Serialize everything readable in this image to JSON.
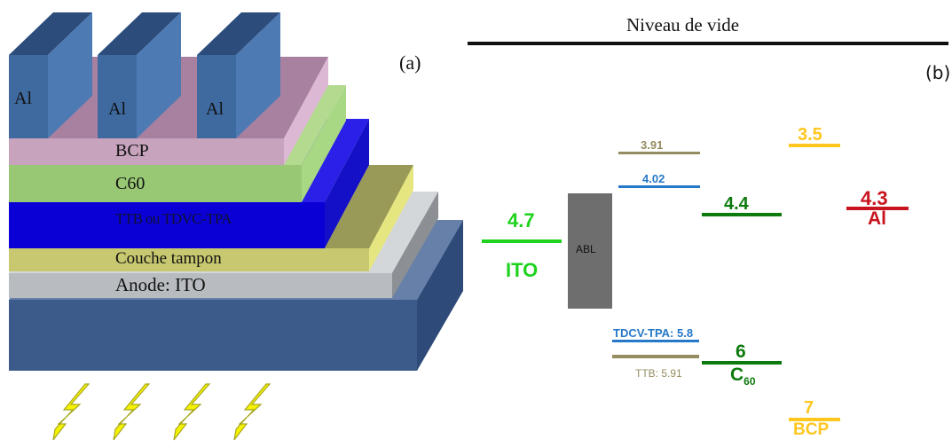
{
  "panel_a": {
    "label": "(a)",
    "layers": {
      "al_left": "Al",
      "al_mid": "Al",
      "al_right": "Al",
      "bcp": "BCP",
      "c60": "C60",
      "donor": "TTB ou TDVC-TPA",
      "buffer": "Couche tampon",
      "anode": "Anode: ITO"
    },
    "colors": {
      "substrate": "#3c5a8a",
      "anode": "#b8bcc0",
      "buffer": "#c8c870",
      "donor": "#0a00d6",
      "c60": "#99c874",
      "bcp": "#c7a3bd",
      "al": "#3e6aa0",
      "bolt": "#f5f200"
    },
    "light_icons": [
      "lightning-icon",
      "lightning-icon",
      "lightning-icon",
      "lightning-icon"
    ]
  },
  "panel_b": {
    "label": "(b)",
    "vacuum_level": "Niveau de vide",
    "levels": {
      "ito_value": "4.7",
      "ito_name": "ITO",
      "abl": "ABL",
      "ttb_lumo": "3.91",
      "tdcv_lumo": "4.02",
      "c60_lumo": "4.4",
      "bcp_lumo": "3.5",
      "al_value": "4.3",
      "al_name": "Al",
      "tdcv_homo": "TDCV-TPA: 5.8",
      "ttb_homo": "TTB: 5.91",
      "c60_homo": "6",
      "c60_name": "C",
      "c60_sub": "60",
      "bcp_homo": "7",
      "bcp_name": "BCP"
    },
    "colors": {
      "ito": "#1ed21e",
      "ttb": "#958c60",
      "tdcv": "#2678c8",
      "c60": "#0c7a0c",
      "bcp": "#ffc61e",
      "al": "#c8141e",
      "abl": "#6e6e6e"
    }
  }
}
